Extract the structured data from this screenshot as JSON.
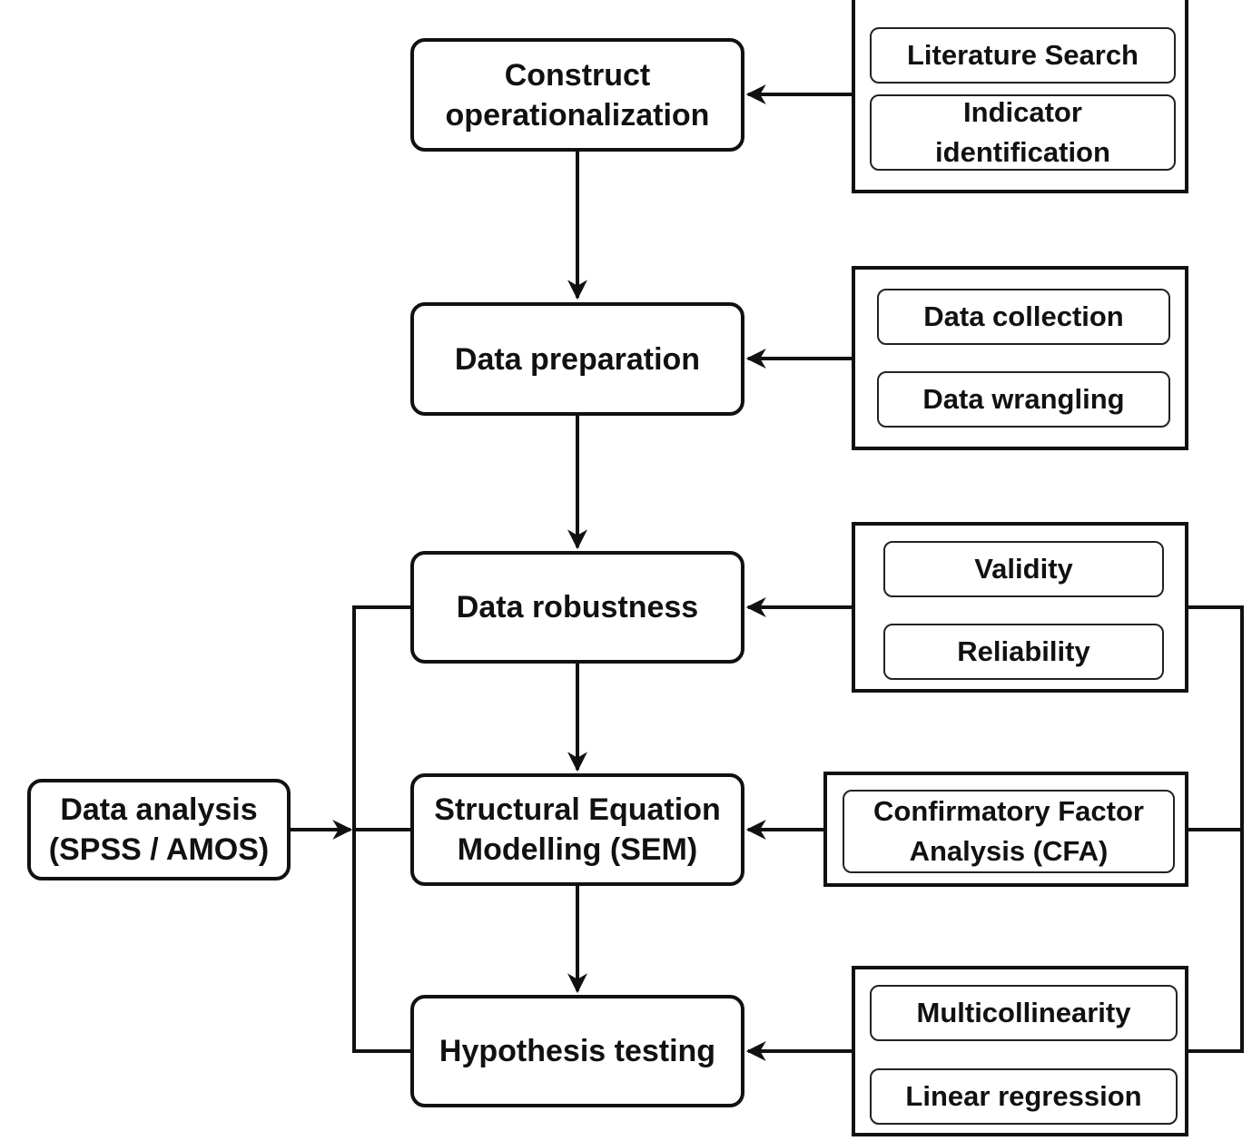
{
  "main_steps": {
    "construct": "Construct\noperationalization",
    "preparation": "Data preparation",
    "robustness": "Data robustness",
    "sem": "Structural Equation\nModelling (SEM)",
    "hypothesis": "Hypothesis testing"
  },
  "analysis_tool": "Data analysis\n(SPSS / AMOS)",
  "inputs": {
    "construct": [
      "Literature Search",
      "Indicator\nidentification"
    ],
    "preparation": [
      "Data collection",
      "Data wrangling"
    ],
    "robustness": [
      "Validity",
      "Reliability"
    ],
    "sem": [
      "Confirmatory Factor\nAnalysis (CFA)"
    ],
    "hypothesis": [
      "Multicollinearity",
      "Linear regression"
    ]
  },
  "colors": {
    "stroke": "#111111",
    "background": "#ffffff"
  }
}
